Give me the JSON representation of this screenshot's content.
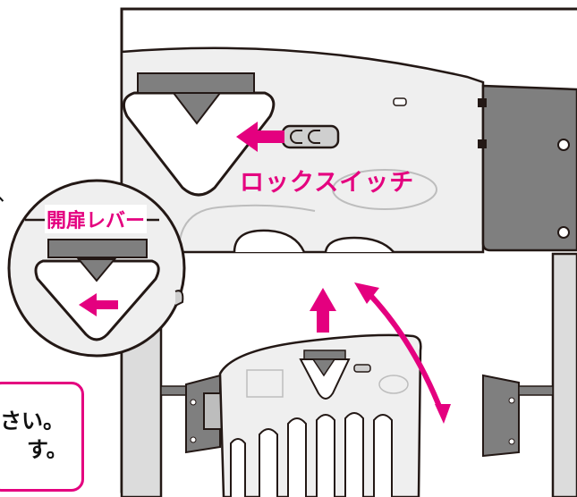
{
  "labels": {
    "lock_switch": "ロックスイッチ",
    "door_lever": "開扉レバー"
  },
  "note": {
    "line1": "さい。",
    "line2": "す。"
  },
  "top_fragment": "、",
  "colors": {
    "accent": "#e4007f",
    "panel_fill": "#efefef",
    "dark_fill": "#7f7f7f",
    "outline": "#231815"
  },
  "icons": [
    "arrow-left-icon",
    "arrow-up-icon",
    "curved-double-arrow-icon",
    "lock-switch-icon"
  ]
}
